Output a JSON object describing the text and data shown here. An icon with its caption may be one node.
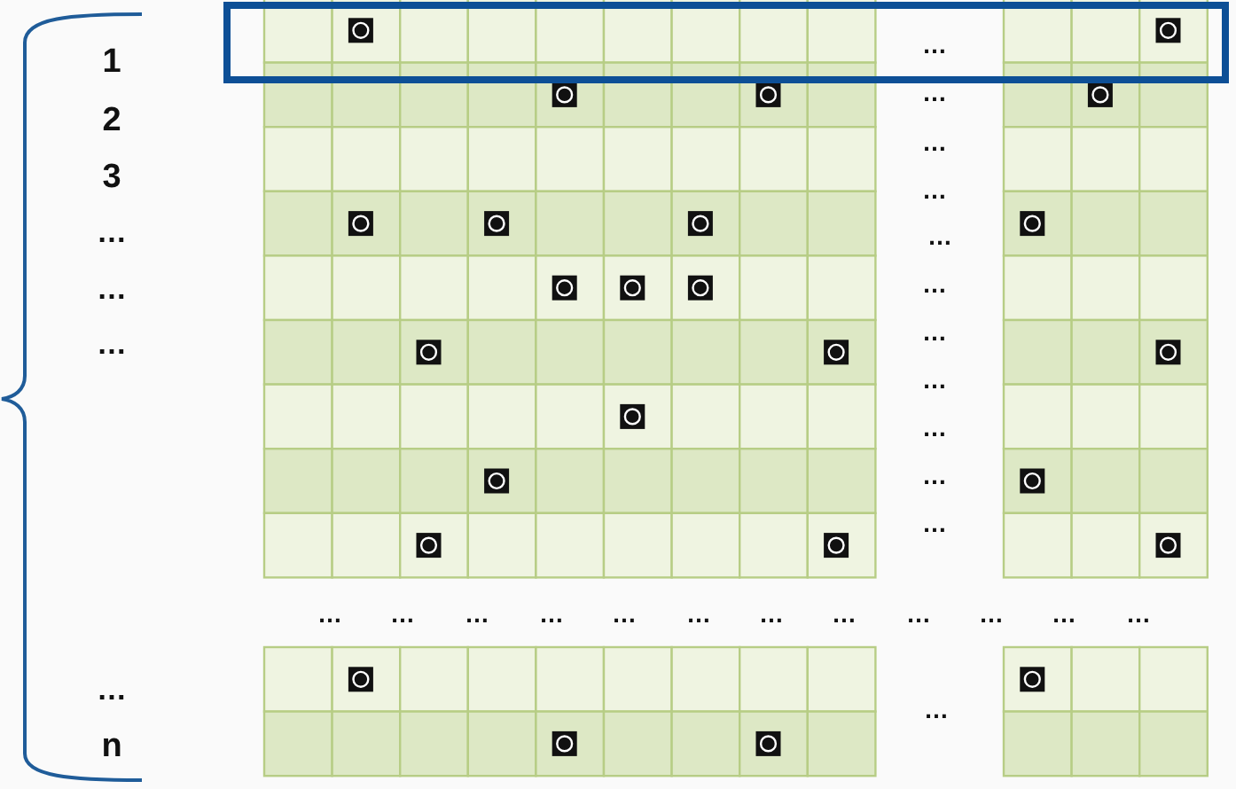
{
  "diagram": {
    "labels": [
      "1",
      "2",
      "3",
      "…",
      "…",
      "…",
      "…",
      "…",
      "…",
      "…",
      "…",
      "…",
      "…",
      "…",
      "…",
      "…",
      "…",
      "…",
      "…",
      "…",
      "…",
      "…",
      "…",
      "…",
      "…",
      "…",
      "…",
      "…",
      "…",
      "…",
      "…",
      "n"
    ]
  }
}
